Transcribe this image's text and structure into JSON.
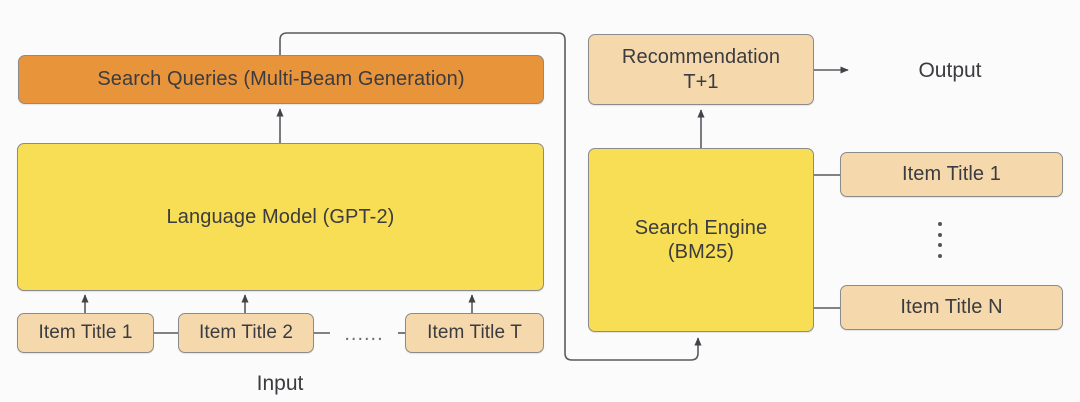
{
  "diagram": {
    "type": "flowchart",
    "background": "#fbfbfb",
    "colors": {
      "orange": "#e8943a",
      "yellow": "#f7de55",
      "tan": "#f5d9ac",
      "border": "#8b8b8b",
      "text": "#3b3b40",
      "edge": "#5a5a60"
    },
    "nodes": {
      "search_queries": "Search Queries (Multi-Beam Generation)",
      "language_model": "Language Model (GPT-2)",
      "input_items": [
        "Item Title 1",
        "Item Title 2",
        "Item Title T"
      ],
      "input_ellipsis": "......",
      "recommendation": "Recommendation\nT+1",
      "recommendation_line1": "Recommendation",
      "recommendation_line2": "T+1",
      "search_engine_line1": "Search Engine",
      "search_engine_line2": "(BM25)",
      "output_items": [
        "Item Title 1",
        "Item Title N"
      ]
    },
    "labels": {
      "input": "Input",
      "output": "Output"
    },
    "edges": [
      {
        "from": "input_items",
        "to": "language_model",
        "style": "arrow-up"
      },
      {
        "from": "language_model",
        "to": "search_queries",
        "style": "arrow-up"
      },
      {
        "from": "search_queries",
        "to": "search_engine",
        "style": "routed-line"
      },
      {
        "from": "search_engine",
        "to": "recommendation",
        "style": "arrow-up"
      },
      {
        "from": "recommendation",
        "to": "output",
        "style": "arrow-right"
      },
      {
        "from": "search_engine",
        "to": "output_items",
        "style": "plain-line"
      }
    ]
  }
}
